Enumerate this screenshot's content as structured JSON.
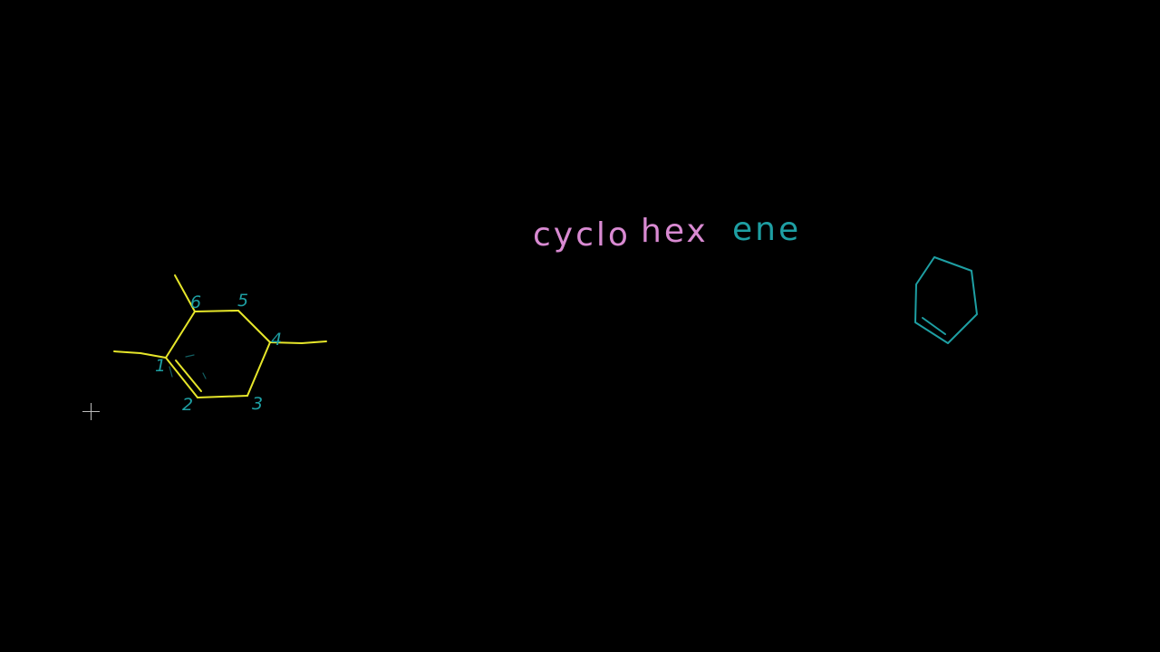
{
  "canvas": {
    "background": "#000000"
  },
  "colors": {
    "yellow_ink": "#e6e62a",
    "teal_ink": "#1e9fa3",
    "pink_ink": "#d98ad2",
    "cursor": "#bdbdbd"
  },
  "left_molecule": {
    "carbon_labels": {
      "c1": "1",
      "c2": "2",
      "c3_bottom": "3",
      "c4": "4",
      "c5": "5",
      "c6": "6"
    }
  },
  "name_written": {
    "part_cyclo": "cyclo",
    "part_hex": "hex",
    "part_ene": "ene"
  },
  "right_molecule": {
    "icon": "cyclohexene-ring-icon"
  },
  "cursor": {
    "icon": "crosshair-cursor-icon"
  }
}
